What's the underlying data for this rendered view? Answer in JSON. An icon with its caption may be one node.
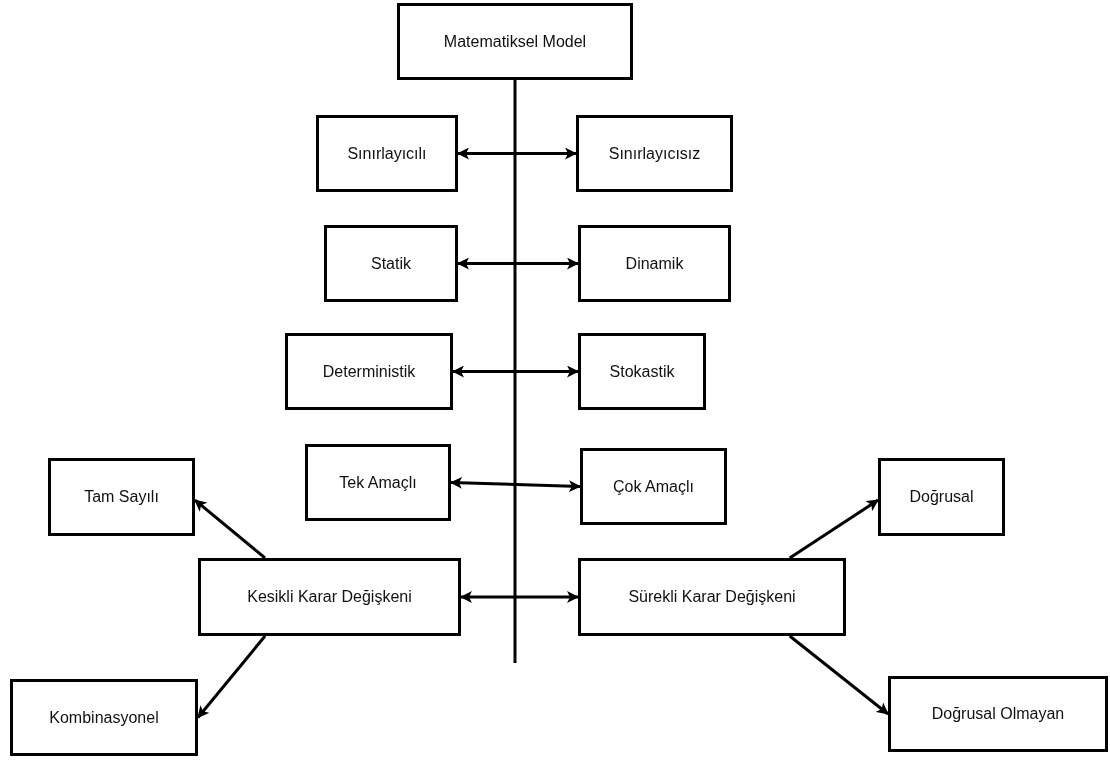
{
  "diagram": {
    "nodes": [
      {
        "text": [
          "Matematiksel Model"
        ]
      },
      {
        "text": [
          "Sınırlayıcılı"
        ]
      },
      {
        "text": [
          "Sınırlayıcısız"
        ]
      },
      {
        "text": [
          "Statik"
        ]
      },
      {
        "text": [
          "Dinamik"
        ]
      },
      {
        "text": [
          "Deterministik"
        ]
      },
      {
        "text": [
          "Stokastik"
        ]
      },
      {
        "text": [
          "Tek Amaçlı"
        ]
      },
      {
        "text": [
          "Çok Amaçlı"
        ]
      },
      {
        "text": [
          "Tam Sayılı"
        ]
      },
      {
        "text": [
          "Kesikli Karar Değişkeni"
        ]
      },
      {
        "text": [
          "Sürekli Karar Değişkeni"
        ]
      },
      {
        "text": [
          "Doğrusal"
        ]
      },
      {
        "text": [
          "Kombinasyonel"
        ]
      },
      {
        "text": [
          "Doğrusal Olmayan"
        ]
      }
    ],
    "edges": [
      {
        "from": 0,
        "to": null,
        "arrow": "none"
      },
      {
        "from": 1,
        "to": 2,
        "arrow": "both"
      },
      {
        "from": 3,
        "to": 4,
        "arrow": "both"
      },
      {
        "from": 5,
        "to": 6,
        "arrow": "both"
      },
      {
        "from": 7,
        "to": 8,
        "arrow": "both"
      },
      {
        "from": 10,
        "to": 11,
        "arrow": "both"
      },
      {
        "from": 10,
        "to": 9,
        "arrow": "to"
      },
      {
        "from": 10,
        "to": 13,
        "arrow": "to"
      },
      {
        "from": 11,
        "to": 12,
        "arrow": "to"
      },
      {
        "from": 11,
        "to": 14,
        "arrow": "to"
      }
    ]
  }
}
